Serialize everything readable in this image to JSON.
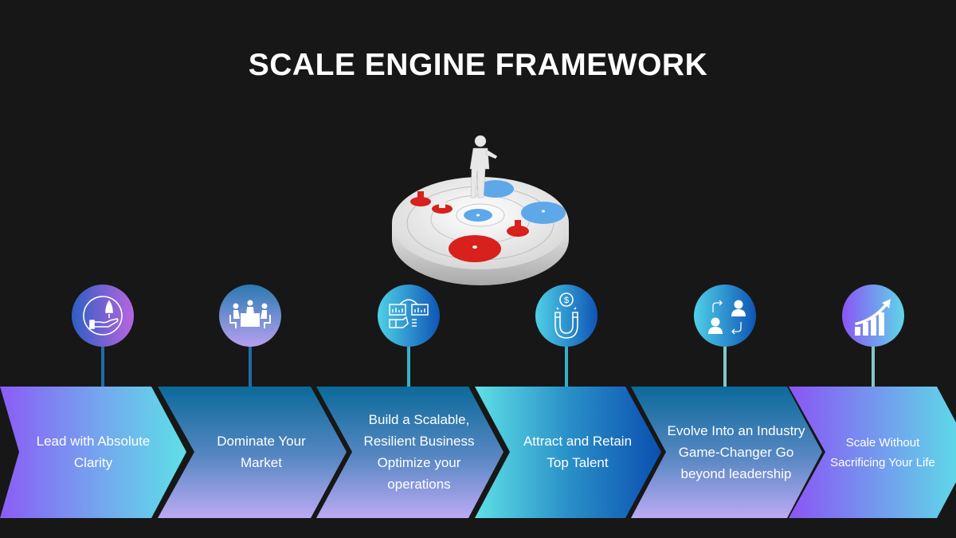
{
  "title": "SCALE ENGINE  FRAMEWORK",
  "illustration": "person-on-gear-platform",
  "steps": [
    {
      "label": "Lead with Absolute Clarity",
      "icon": "hand-rocket-icon",
      "gradient": "purple-to-cyan"
    },
    {
      "label": "Dominate Your Market",
      "icon": "meeting-table-icon",
      "gradient": "blue-to-lavender"
    },
    {
      "label": "Build a Scalable, Resilient Business Optimize your operations",
      "icon": "analytics-presentation-icon",
      "gradient": "blue-to-lavender"
    },
    {
      "label": "Attract and Retain Top Talent",
      "icon": "magnet-dollar-icon",
      "gradient": "cyan-to-blue"
    },
    {
      "label": "Evolve Into an Industry Game-Changer Go beyond leadership",
      "icon": "user-exchange-icon",
      "gradient": "blue-to-lavender"
    },
    {
      "label": "Scale Without Sacrificing Your Life",
      "icon": "growth-chart-icon",
      "gradient": "purple-to-cyan"
    }
  ],
  "colors": {
    "background": "#171717",
    "purple": "#8b5cf6",
    "cyan": "#5ee0e6",
    "deep_blue": "#0b6a9a",
    "lavender": "#b9a8f2",
    "royal_blue": "#0b52b0"
  }
}
